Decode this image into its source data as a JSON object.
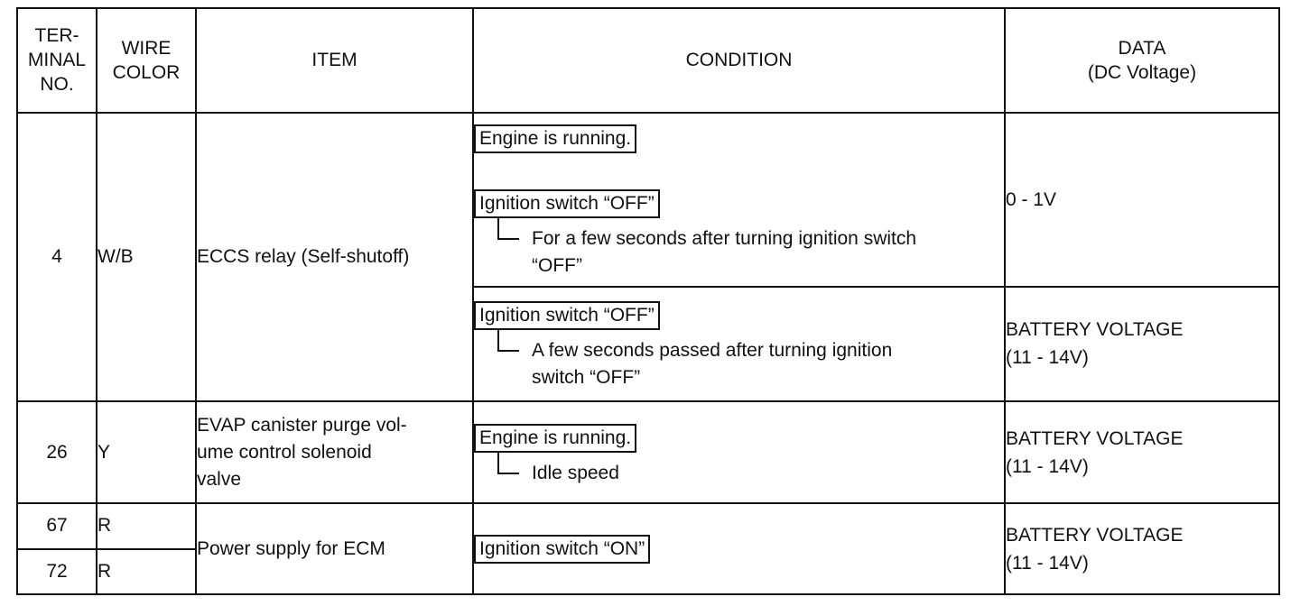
{
  "headers": {
    "terminal": [
      "TER-",
      "MINAL",
      "NO."
    ],
    "wire_color": [
      "WIRE",
      "COLOR"
    ],
    "item": "ITEM",
    "condition": "CONDITION",
    "data": [
      "DATA",
      "(DC Voltage)"
    ]
  },
  "rows": {
    "r4": {
      "terminal": "4",
      "wire": "W/B",
      "item": "ECCS relay (Self-shutoff)",
      "cond_a_box1": "Engine is running.",
      "cond_a_box2": "Ignition switch “OFF”",
      "cond_a_sub": [
        "For a few seconds after turning ignition switch",
        "“OFF”"
      ],
      "data_a": "0 - 1V",
      "cond_b_box": "Ignition switch “OFF”",
      "cond_b_sub": [
        "A few seconds passed after turning ignition",
        "switch “OFF”"
      ],
      "data_b": [
        "BATTERY VOLTAGE",
        "(11 - 14V)"
      ]
    },
    "r26": {
      "terminal": "26",
      "wire": "Y",
      "item": [
        "EVAP canister purge vol-",
        "ume control solenoid",
        "valve"
      ],
      "cond_box": "Engine is running.",
      "cond_sub": "Idle speed",
      "data": [
        "BATTERY VOLTAGE",
        "(11 - 14V)"
      ]
    },
    "r67": {
      "terminal": "67",
      "wire": "R",
      "item": "Power supply for ECM",
      "cond_box": "Ignition switch “ON”",
      "data": [
        "BATTERY VOLTAGE",
        "(11 - 14V)"
      ]
    },
    "r72": {
      "terminal": "72",
      "wire": "R"
    }
  }
}
